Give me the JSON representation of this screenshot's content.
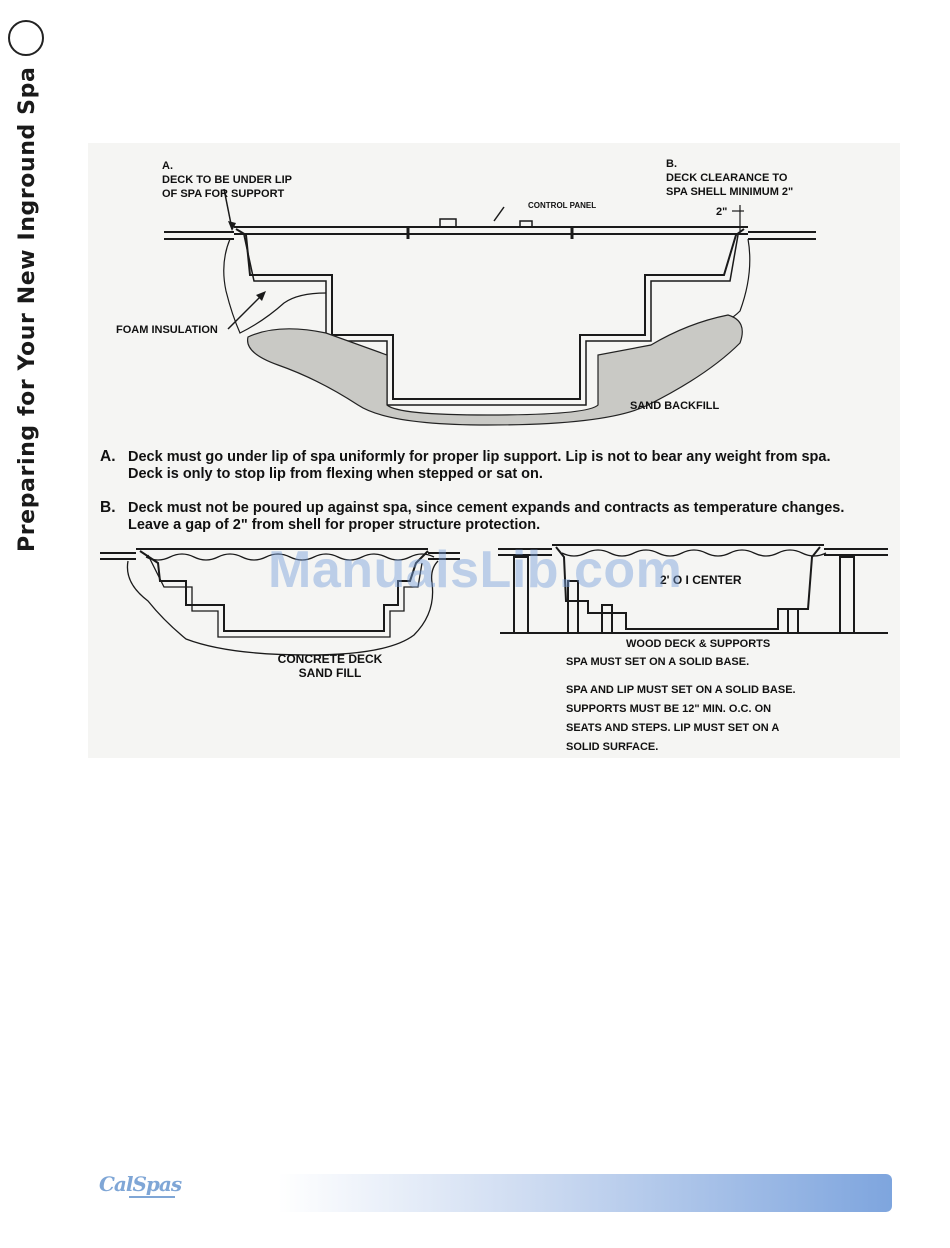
{
  "sidebar": {
    "title": "Preparing for Your New Inground Spa"
  },
  "figure": {
    "top_diagram": {
      "label_a": "A.\nDECK TO BE UNDER LIP\nOF SPA FOR SUPPORT",
      "label_b": "B.\nDECK CLEARANCE TO\nSPA SHELL MINIMUM 2\"",
      "control_panel": "CONTROL PANEL",
      "gap_dim": "2\"",
      "foam_insulation": "FOAM INSULATION",
      "sand_backfill": "SAND BACKFILL"
    },
    "notes": [
      {
        "letter": "A.",
        "line1": "Deck must go under lip of spa uniformly for proper lip support. Lip is not to bear any weight from spa.",
        "line2": "Deck is only to stop lip from flexing when stepped or sat on."
      },
      {
        "letter": "B.",
        "line1": "Deck must not be poured up against spa, since cement expands and contracts as temperature changes.",
        "line2": "Leave a gap of  2\" from shell for proper structure protection."
      }
    ],
    "bottom_left": {
      "caption": "CONCRETE DECK\nSAND FILL"
    },
    "bottom_right": {
      "center_label": "2' O  I CENTER",
      "caption1": "WOOD DECK & SUPPORTS",
      "caption2": "SPA MUST SET ON A SOLID BASE.",
      "caption3": "SPA AND LIP MUST SET ON A SOLID BASE.\nSUPPORTS MUST BE 12\" MIN. O.C. ON\nSEATS AND STEPS. LIP MUST SET ON A\nSOLID SURFACE."
    }
  },
  "watermark": "ManualsLib.com",
  "footer": {
    "logo": "CalSpas"
  },
  "colors": {
    "accent": "#7ea5de",
    "watermark": "#78a0dc"
  }
}
